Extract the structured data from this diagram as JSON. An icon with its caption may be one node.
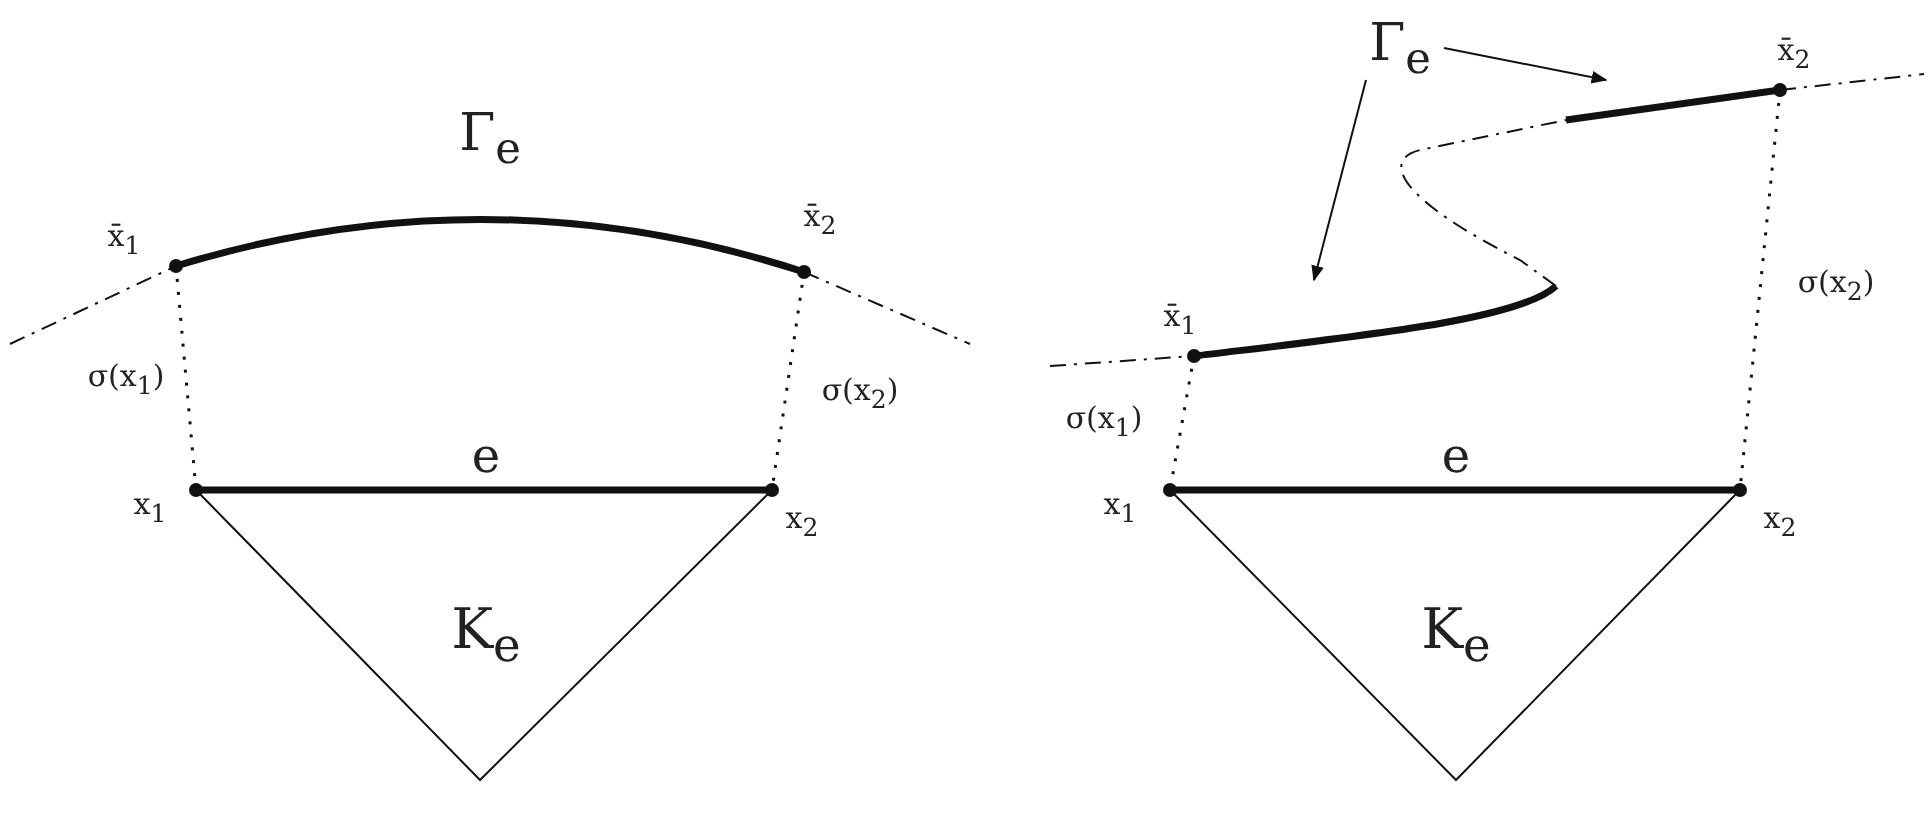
{
  "diagram": {
    "nodes": [
      {
        "text": [
          "Γ$_{e}$"
        ]
      },
      {
        "text": [],
        "shape": "curve"
      },
      {
        "text": [],
        "shape": "curve"
      }
    ],
    "edges": [
      {
        "from": 0,
        "to": 1,
        "arrow": "to"
      },
      {
        "from": 0,
        "to": 2,
        "arrow": "to"
      },
      {
        "from": 1,
        "to": 2,
        "arrow": "none",
        "style": "dashed"
      }
    ],
    "labels": [
      "Γ$_{e}$",
      "x̄$_{1}$",
      "x̄$_{2}$",
      "σ(x$_{1}$)",
      "σ(x$_{2}$)",
      "e",
      "x$_{1}$",
      "x$_{2}$",
      "K$_{e}$",
      "x̄$_{2}$",
      "x̄$_{1}$",
      "σ(x$_{2}$)",
      "σ(x$_{1}$)",
      "e",
      "x$_{1}$",
      "x$_{2}$",
      "K$_{e}$"
    ]
  }
}
